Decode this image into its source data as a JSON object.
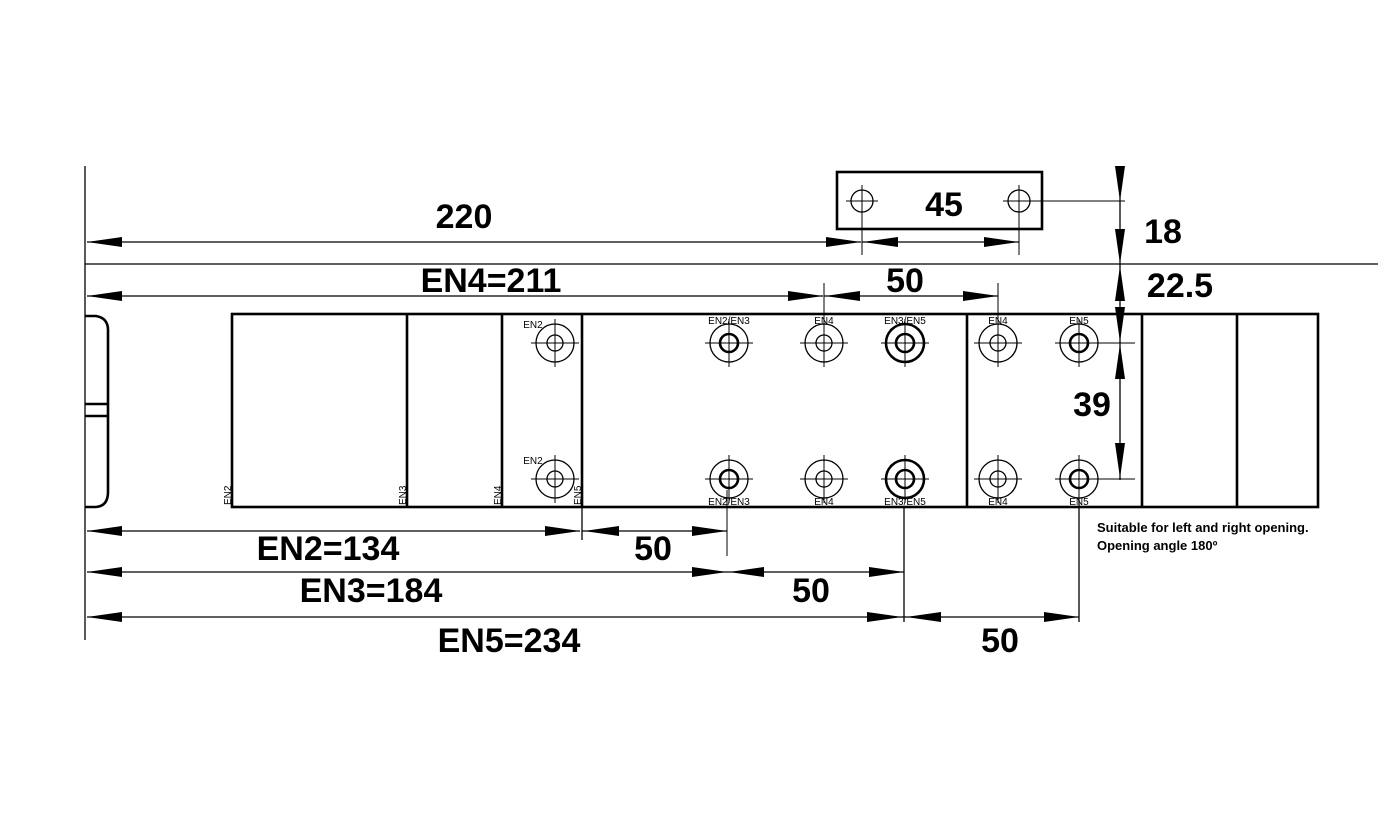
{
  "dimensions": {
    "d220": "220",
    "d45": "45",
    "d18": "18",
    "d22_5": "22.5",
    "en4": "EN4=211",
    "d50_top": "50",
    "d39": "39",
    "en2": "EN2=134",
    "d50_en2": "50",
    "en3": "EN3=184",
    "d50_en3": "50",
    "en5": "EN5=234",
    "d50_en5": "50"
  },
  "hole_labels": {
    "en2": "EN2",
    "en2_en3": "EN2/EN3",
    "en4": "EN4",
    "en3_en5": "EN3/EN5",
    "en5": "EN5"
  },
  "side_labels": {
    "en2": "EN2",
    "en3": "EN3",
    "en4": "EN4",
    "en5": "EN5"
  },
  "notes": {
    "line1": "Suitable for left and right opening.",
    "line2": "Opening angle 180º"
  }
}
